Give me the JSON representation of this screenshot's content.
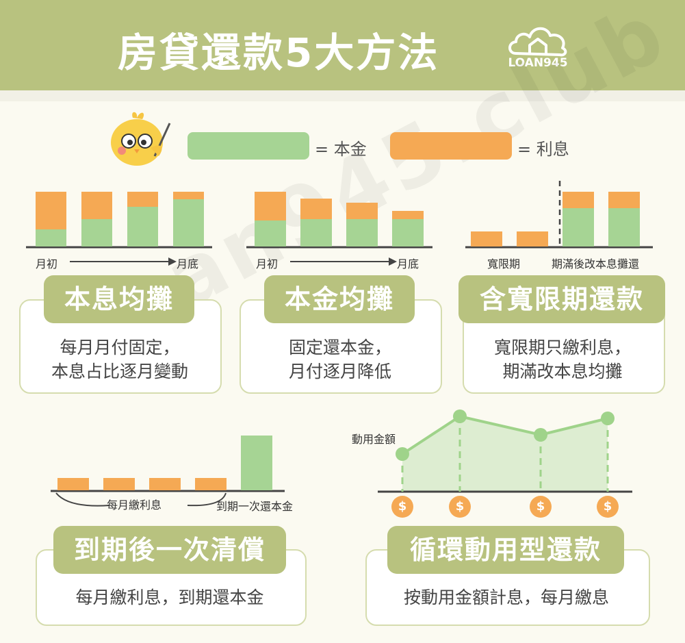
{
  "header": {
    "title": "房貸還款5大方法",
    "logo_text": "LOAN945"
  },
  "watermark": "loan945.club",
  "legend": {
    "principal_label": "= 本金",
    "interest_label": "= 利息"
  },
  "colors": {
    "principal": "#a6d494",
    "interest": "#f5a954",
    "header": "#b8c27f",
    "line": "#9fd38a"
  },
  "methods": [
    {
      "title": "本息均攤",
      "lines": [
        "每月月付固定，",
        "本息占比逐月變動"
      ],
      "axis_start": "月初",
      "axis_end": "月底",
      "bars": [
        {
          "principal": 25,
          "interest": 55
        },
        {
          "principal": 40,
          "interest": 40
        },
        {
          "principal": 58,
          "interest": 22
        },
        {
          "principal": 69,
          "interest": 11
        }
      ]
    },
    {
      "title": "本金均攤",
      "lines": [
        "固定還本金，",
        "月付逐月降低"
      ],
      "axis_start": "月初",
      "axis_end": "月底",
      "bars": [
        {
          "principal": 38,
          "interest": 42
        },
        {
          "principal": 40,
          "interest": 30
        },
        {
          "principal": 40,
          "interest": 24
        },
        {
          "principal": 40,
          "interest": 12
        }
      ]
    },
    {
      "title": "含寬限期還款",
      "lines": [
        "寬限期只繳利息，",
        "期滿改本息均攤"
      ],
      "grace_label": "寬限期",
      "after_label": "期滿後改本息攤還",
      "bars": [
        {
          "principal": 0,
          "interest": 22
        },
        {
          "principal": 0,
          "interest": 22
        },
        {
          "principal": 56,
          "interest": 24
        },
        {
          "principal": 56,
          "interest": 24
        }
      ]
    },
    {
      "title": "到期後一次清償",
      "lines": [
        "每月繳利息，到期還本金"
      ],
      "interest_caption": "每月繳利息",
      "principal_caption": "到期一次還本金",
      "bars": [
        {
          "principal": 0,
          "interest": 18
        },
        {
          "principal": 0,
          "interest": 18
        },
        {
          "principal": 0,
          "interest": 18
        },
        {
          "principal": 0,
          "interest": 18
        },
        {
          "principal": 80,
          "interest": 0
        }
      ]
    },
    {
      "title": "循環動用型還款",
      "lines": [
        "按動用金額計息，每月繳息"
      ],
      "y_caption": "動用金額",
      "coin_symbol": "$",
      "points": [
        55,
        110,
        83,
        107
      ]
    }
  ]
}
